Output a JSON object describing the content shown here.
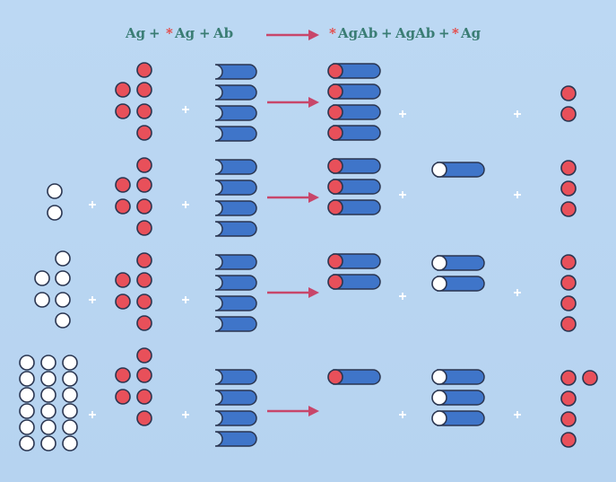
{
  "equation": {
    "ag": "Ag",
    "plus": "+",
    "star": "*",
    "ab": "Ab",
    "agab": "AgAb"
  },
  "colors": {
    "background": "#b9d6f2",
    "equation_text": "#3a7d74",
    "star": "#e8413d",
    "arrow": "#c8466a",
    "labeled_antigen": "#e8505a",
    "unlabeled_antigen": "#ffffff",
    "antibody": "#3f75c9",
    "plus_sign": "#ffffff",
    "outline": "#2a3550"
  },
  "rows": [
    {
      "unlabeled_ag": 0,
      "labeled_ag": 6,
      "antibodies": 4,
      "labeled_complex": 4,
      "unlabeled_complex": 0,
      "free_labeled_ag": 2
    },
    {
      "unlabeled_ag": 2,
      "labeled_ag": 6,
      "antibodies": 4,
      "labeled_complex": 3,
      "unlabeled_complex": 1,
      "free_labeled_ag": 3
    },
    {
      "unlabeled_ag": 6,
      "labeled_ag": 6,
      "antibodies": 4,
      "labeled_complex": 2,
      "unlabeled_complex": 2,
      "free_labeled_ag": 4
    },
    {
      "unlabeled_ag": 18,
      "labeled_ag": 6,
      "antibodies": 4,
      "labeled_complex": 1,
      "unlabeled_complex": 3,
      "free_labeled_ag": 5
    }
  ]
}
